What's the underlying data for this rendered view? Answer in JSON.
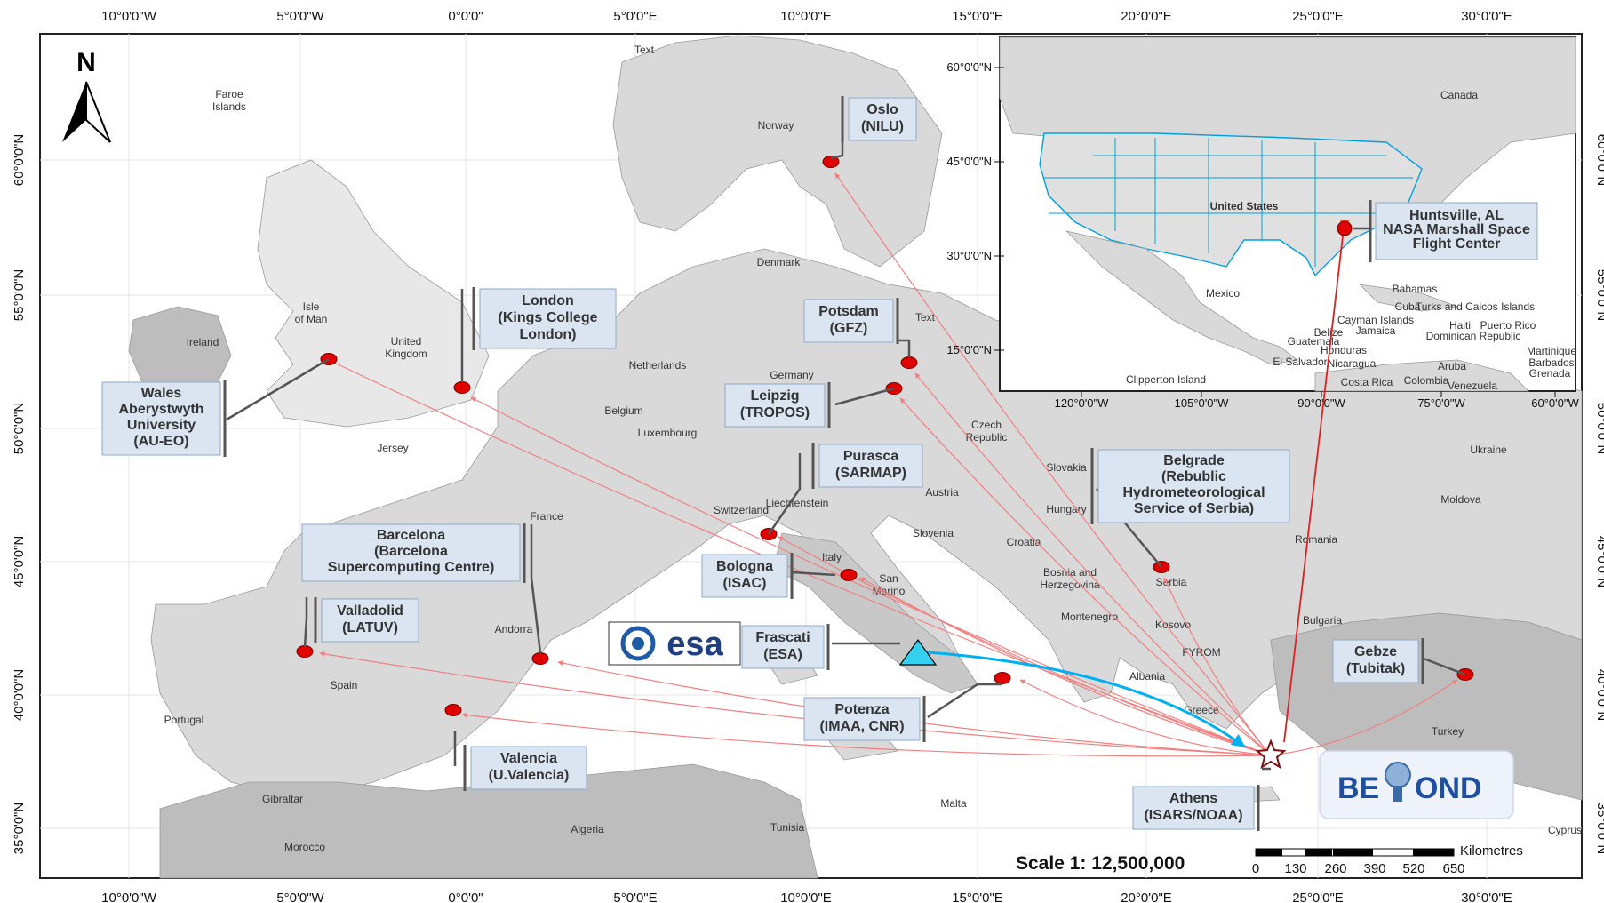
{
  "axes": {
    "top_lon": [
      "10°0'0\"W",
      "5°0'0\"W",
      "0°0'0\"",
      "5°0'0\"E",
      "10°0'0\"E",
      "15°0'0\"E",
      "20°0'0\"E",
      "25°0'0\"E",
      "30°0'0\"E"
    ],
    "bottom_lon": [
      "10°0'0\"W",
      "5°0'0\"W",
      "0°0'0\"",
      "5°0'0\"E",
      "10°0'0\"E",
      "15°0'0\"E",
      "20°0'0\"E",
      "25°0'0\"E",
      "30°0'0\"E"
    ],
    "lat": [
      "60°0'0\"N",
      "55°0'0\"N",
      "50°0'0\"N",
      "45°0'0\"N",
      "40°0'0\"N",
      "35°0'0\"N"
    ]
  },
  "north": "N",
  "country_labels": [
    "Faroe Islands",
    "Norway",
    "Denmark",
    "Isle of Man",
    "Ireland",
    "United Kingdom",
    "Netherlands",
    "Germany",
    "Belgium",
    "Luxembourg",
    "Jersey",
    "France",
    "Switzerland",
    "Liechtenstein",
    "Austria",
    "Czech Republic",
    "Slovakia",
    "Hungary",
    "Slovenia",
    "Croatia",
    "Bosnia and Herzegovina",
    "Serbia",
    "Montenegro",
    "Kosovo",
    "FYROM",
    "Albania",
    "Greece",
    "Italy",
    "San Marino",
    "Andorra",
    "Spain",
    "Portugal",
    "Gibraltar",
    "Morocco",
    "Algeria",
    "Tunisia",
    "Malta",
    "Bulgaria",
    "Romania",
    "Moldova",
    "Ukraine",
    "Turkey",
    "Cyprus"
  ],
  "stray_labels": [
    "Text",
    "Text"
  ],
  "stations": [
    {
      "lines": [
        "Oslo",
        "(NILU)"
      ]
    },
    {
      "lines": [
        "London",
        "(Kings College",
        "London)"
      ]
    },
    {
      "lines": [
        "Potsdam",
        "(GFZ)"
      ]
    },
    {
      "lines": [
        "Wales",
        "Aberystwyth",
        "University",
        "(AU-EO)"
      ]
    },
    {
      "lines": [
        "Leipzig",
        "(TROPOS)"
      ]
    },
    {
      "lines": [
        "Purasca",
        "(SARMAP)"
      ]
    },
    {
      "lines": [
        "Belgrade",
        "(Rebublic",
        "Hydrometeorological",
        "Service of Serbia)"
      ]
    },
    {
      "lines": [
        "Barcelona",
        "(Barcelona",
        "Supercomputing Centre)"
      ]
    },
    {
      "lines": [
        "Bologna",
        "(ISAC)"
      ]
    },
    {
      "lines": [
        "Valladolid",
        "(LATUV)"
      ]
    },
    {
      "lines": [
        "Frascati",
        "(ESA)"
      ]
    },
    {
      "lines": [
        "Gebze",
        "(Tubitak)"
      ]
    },
    {
      "lines": [
        "Potenza",
        "(IMAA, CNR)"
      ]
    },
    {
      "lines": [
        "Valencia",
        "(U.Valencia)"
      ]
    },
    {
      "lines": [
        "Athens",
        "(ISARS/NOAA)"
      ]
    }
  ],
  "esa_logo": "esa",
  "inset": {
    "lat_ticks": [
      "60°0'0\"N",
      "45°0'0\"N",
      "30°0'0\"N",
      "15°0'0\"N"
    ],
    "lon_ticks": [
      "120°0'0\"W",
      "105°0'0\"W",
      "90°0'0\"W",
      "75°0'0\"W",
      "60°0'0\"W"
    ],
    "labels": [
      "Canada",
      "United States",
      "Mexico",
      "Bahamas",
      "Cuba",
      "Turks and Caicos Islands",
      "Cayman Islands",
      "Jamaica",
      "Haiti",
      "Puerto Rico",
      "Dominican Republic",
      "Belize",
      "Guatemala",
      "Honduras",
      "El Salvador",
      "Nicaragua",
      "Costa Rica",
      "Aruba",
      "Colombia",
      "Venezuela",
      "Martinique",
      "Barbados",
      "Grenada",
      "Clipperton Island"
    ],
    "station": {
      "lines": [
        "Huntsville, AL",
        "NASA Marshall Space",
        "Flight Center"
      ]
    }
  },
  "scale": {
    "text": "Scale 1: 12,500,000",
    "ticks": [
      "0",
      "130",
      "260",
      "390",
      "520",
      "650"
    ],
    "unit": "Kilometres"
  },
  "beyond_logo": {
    "left": "BE",
    "right": "OND"
  },
  "colors": {
    "land": "#d9d9d9",
    "other_land": "#bdbdbd",
    "sea": "#ffffff",
    "arrow": "#f08080",
    "link": "#00b0f0",
    "dot": "#e00000",
    "box": "#dbe5f1",
    "inset_border": "#00a0e0"
  }
}
